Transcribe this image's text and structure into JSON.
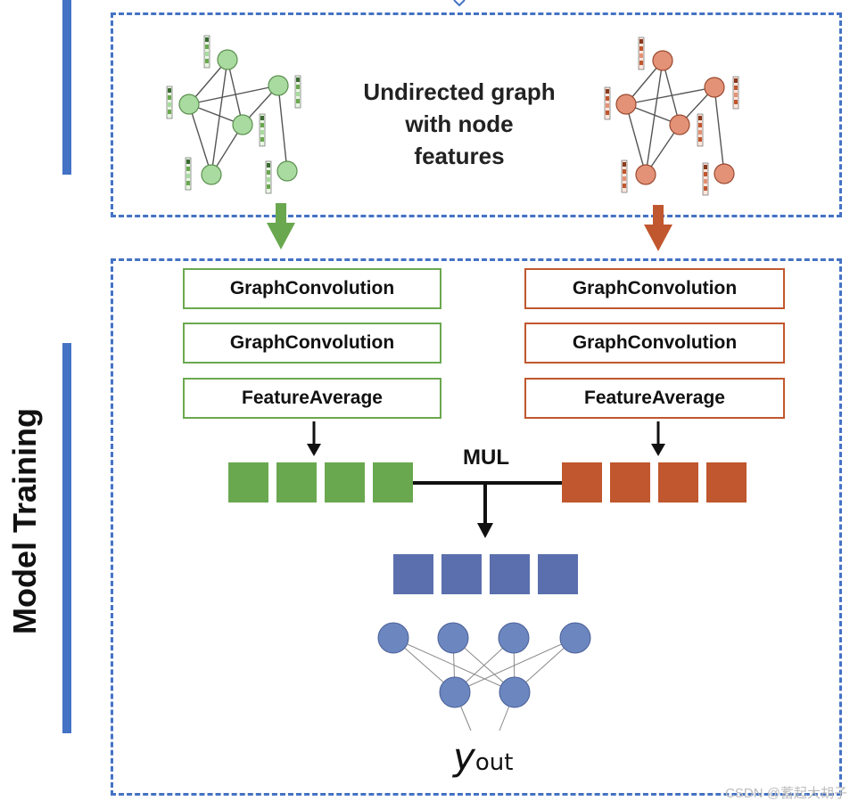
{
  "colors": {
    "frame": "#4472c4",
    "green": "#6aa84f",
    "orange": "#c0572e",
    "node_green": "#a9dba0",
    "node_orange": "#e39277",
    "blue_vector": "#5b6fae",
    "mlp_node": "#6c86c0"
  },
  "top_section": {
    "caption_lines": [
      "Undirected graph",
      "with node",
      "features"
    ]
  },
  "training_section": {
    "label": "Model Training",
    "left_branch": [
      "GraphConvolution",
      "GraphConvolution",
      "FeatureAverage"
    ],
    "right_branch": [
      "GraphConvolution",
      "GraphConvolution",
      "FeatureAverage"
    ],
    "combine_op": "MUL",
    "output_symbol": "y",
    "output_subscript": "out"
  },
  "watermark": "CSDN @蓄起大胡子"
}
